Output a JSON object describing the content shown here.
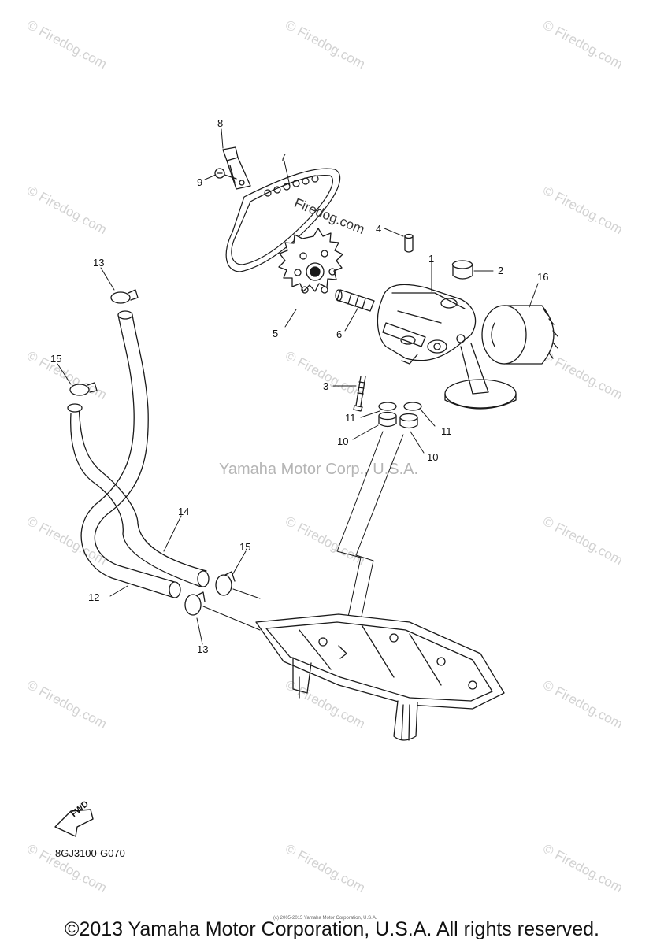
{
  "watermark": {
    "text": "Firedog.com",
    "symbol": "©"
  },
  "center_mark": "Yamaha Motor Corp., U.S.A.",
  "diagram_watermark": "Firedog.com",
  "callouts": [
    "1",
    "2",
    "3",
    "4",
    "5",
    "6",
    "7",
    "8",
    "9",
    "10",
    "10",
    "11",
    "11",
    "12",
    "13",
    "13",
    "14",
    "15",
    "15",
    "16"
  ],
  "fwd_label": "FWD",
  "part_code": "8GJ3100-G070",
  "fine_print": "(c) 2005-2015 Yamaha Motor Corporation, U.S.A.",
  "copyright": "©2013 Yamaha Motor Corporation, U.S.A. All rights reserved.",
  "colors": {
    "line": "#1a1a1a",
    "watermark": "#d2d2d2"
  }
}
